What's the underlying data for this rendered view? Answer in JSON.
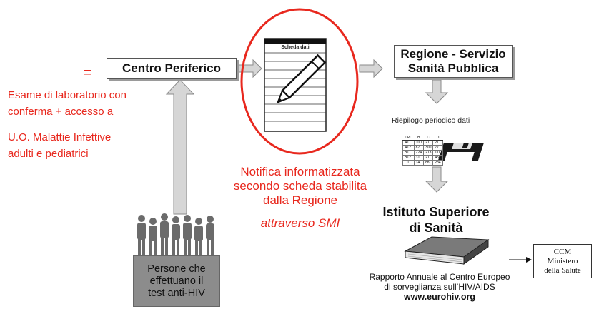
{
  "left": {
    "equals": "=",
    "line1": "Esame di laboratorio con",
    "line2": "conferma  +  accesso a",
    "line3": "U.O. Malattie Infettive",
    "line4": "adulti e pediatrici"
  },
  "centro": {
    "label": "Centro Periferico"
  },
  "scheda": {
    "label": "Scheda dati"
  },
  "regione": {
    "line1": "Regione - Servizio",
    "line2": "Sanità Pubblica"
  },
  "riepilogo": {
    "label": "Riepilogo periodico dati"
  },
  "table": {
    "header": [
      "TIPO",
      "B",
      "C",
      "D"
    ],
    "rows": [
      [
        "A11",
        "100",
        "21",
        "21"
      ],
      [
        "A12",
        "87",
        "300",
        "77"
      ],
      [
        "B11",
        "224",
        "213",
        "111"
      ],
      [
        "B12",
        "31",
        "21",
        "456"
      ],
      [
        "C11",
        "14",
        "88",
        "234"
      ]
    ]
  },
  "notifica": {
    "line1": "Notifica informatizzata",
    "line2": "secondo scheda stabilita",
    "line3": "dalla Regione",
    "line4": "attraverso SMI"
  },
  "iss": {
    "line1": "Istituto Superiore",
    "line2": "di Sanità"
  },
  "ccm": {
    "line1": "CCM",
    "line2": "Ministero",
    "line3": "della Salute"
  },
  "persone": {
    "line1": "Persone che",
    "line2": "effettuano il",
    "line3": "test anti-HIV"
  },
  "rapporto": {
    "line1": "Rapporto Annuale al Centro Europeo",
    "line2": "di sorveglianza sull’HIV/AIDS",
    "url": "www.eurohiv.org"
  },
  "colors": {
    "accent_red": "#e8281e",
    "arrow_gray": "#d6d6d6",
    "arrow_border": "#8a8a8a"
  },
  "icons": [
    "document-pencil-icon",
    "floppy-disk-icon",
    "book-icon",
    "people-group-icon"
  ]
}
